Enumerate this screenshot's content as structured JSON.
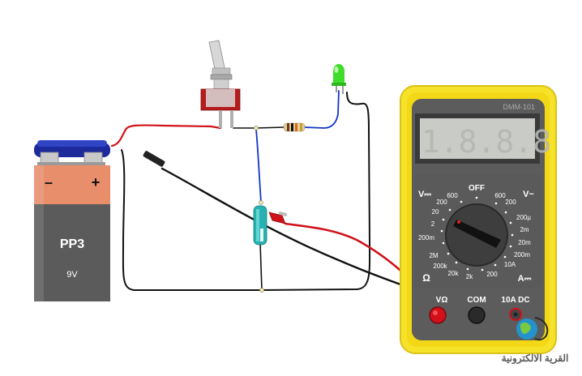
{
  "battery": {
    "model": "PP3",
    "voltage": "9V",
    "minus": "–",
    "plus": "+"
  },
  "multimeter": {
    "model": "DMM-101",
    "display": "1.8.8.8",
    "dial_off": "OFF",
    "dcv_symbol": "V⎓",
    "acv_symbol": "V~",
    "ohm_symbol": "Ω",
    "amp_symbol": "A⎓",
    "dcv_ranges": [
      "600",
      "200",
      "20",
      "2",
      "200m"
    ],
    "acv_ranges": [
      "600",
      "200"
    ],
    "amp_ranges": [
      "200µ",
      "2m",
      "20m",
      "200m",
      "10A"
    ],
    "ohm_ranges": [
      "2M",
      "200k",
      "20k",
      "2k",
      "200"
    ],
    "port_vohm": "VΩ",
    "port_com": "COM",
    "port_10a": "10A DC",
    "colors": {
      "body": "#f7e22a",
      "face": "#5a5a5a",
      "lcd": "#c9cbc7",
      "red_port": "#d3101a"
    }
  },
  "watermark": {
    "text": "القرية الالكترونية"
  }
}
